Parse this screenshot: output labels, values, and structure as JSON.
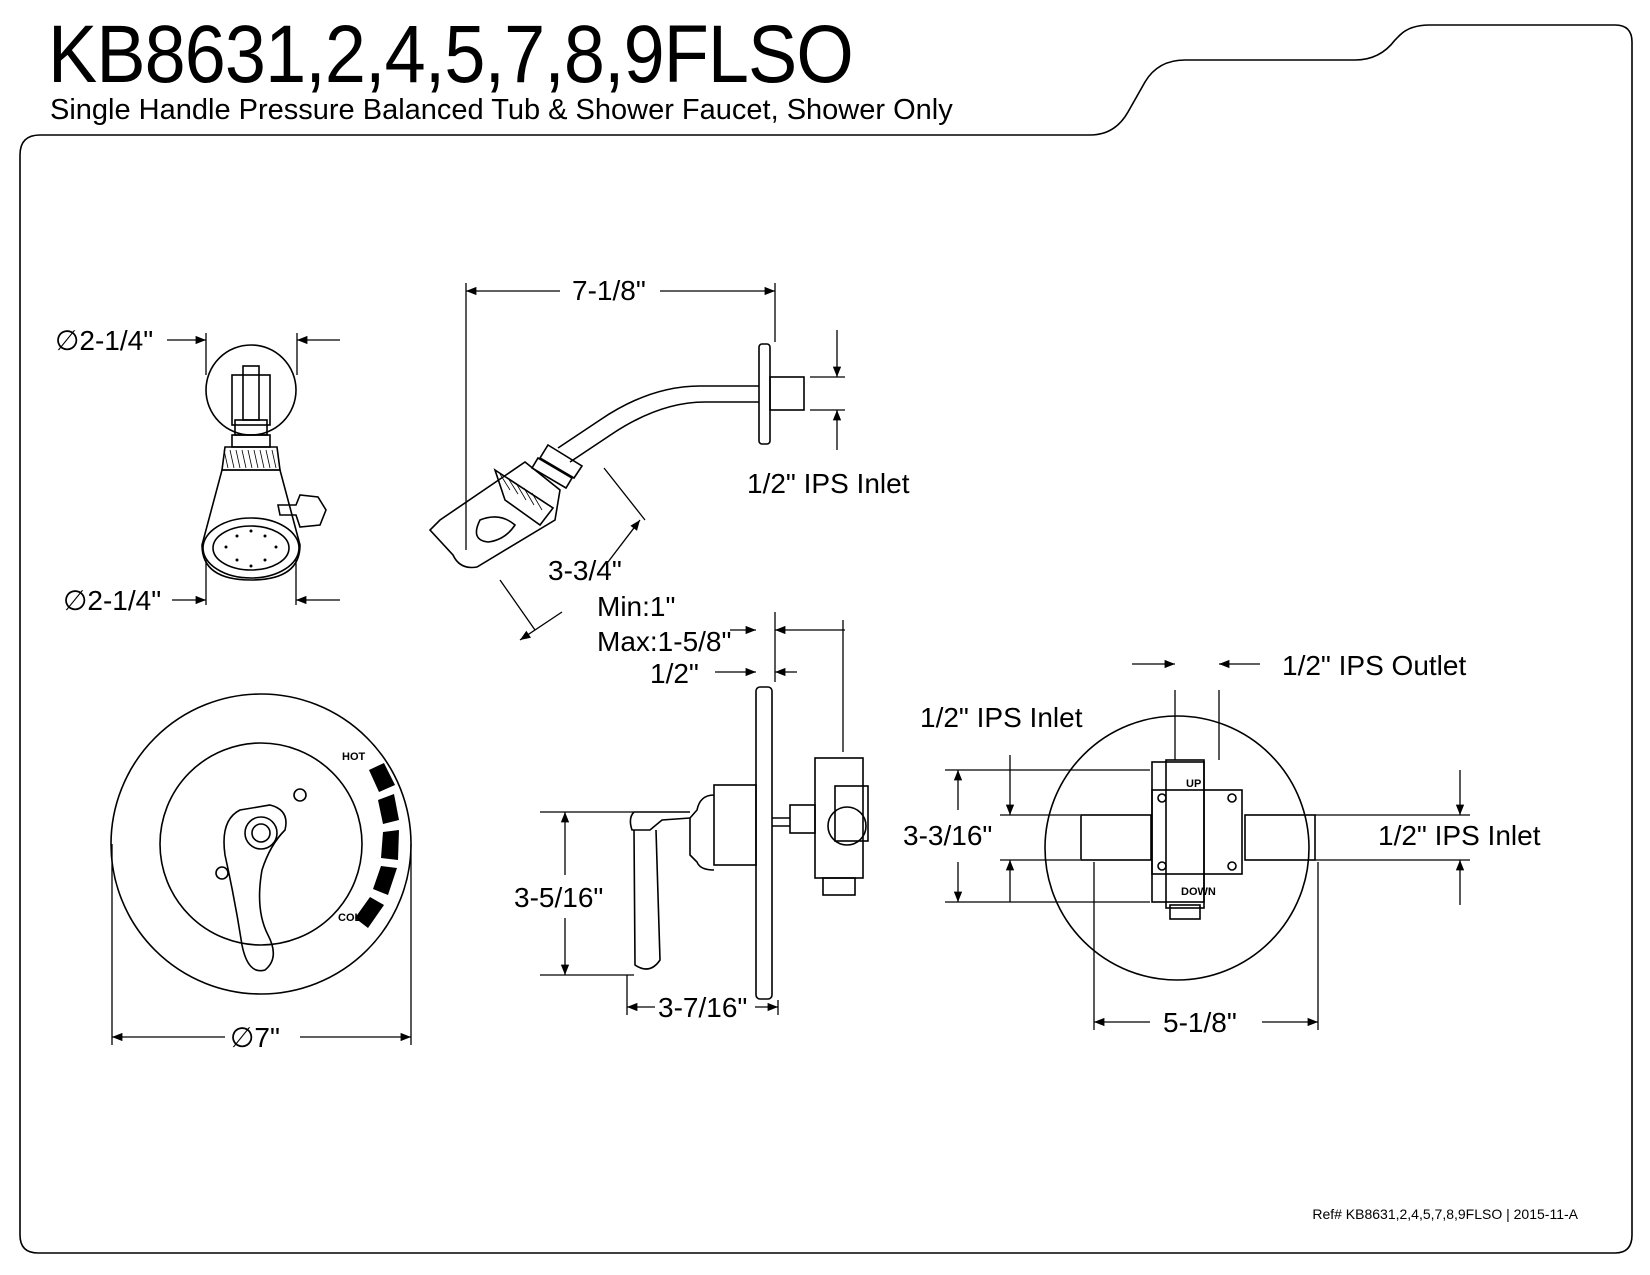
{
  "header": {
    "model": "KB8631,2,4,5,7,8,9FLSO",
    "description": "Single Handle Pressure Balanced Tub & Shower Faucet, Shower Only"
  },
  "footer": {
    "reference": "Ref# KB8631,2,4,5,7,8,9FLSO | 2015-11-A"
  },
  "showerhead_front": {
    "flange_diameter": "∅2-1/4\"",
    "head_diameter": "∅2-1/4\""
  },
  "showerhead_side": {
    "arm_reach": "7-1/8\"",
    "inlet": "1/2\" IPS Inlet",
    "head_length": "3-3/4\""
  },
  "handle_front": {
    "plate_diameter": "∅7\"",
    "hot_label": "HOT",
    "cold_label": "COLD"
  },
  "valve_side": {
    "wall_depth": "Min:1\"\nMax:1-5/8\"",
    "wall_depth_min": "Min:1\"",
    "wall_depth_max": "Max:1-5/8\"",
    "trim_gap": "1/2\"",
    "handle_height": "3-5/16\"",
    "projection": "3-7/16\""
  },
  "valve_rear": {
    "outlet": "1/2\" IPS Outlet",
    "inlet_left": "1/2\" IPS Inlet",
    "inlet_right": "1/2\" IPS Inlet",
    "body_height": "3-3/16\"",
    "body_width": "5-1/8\"",
    "up_label": "UP",
    "down_label": "DOWN"
  }
}
